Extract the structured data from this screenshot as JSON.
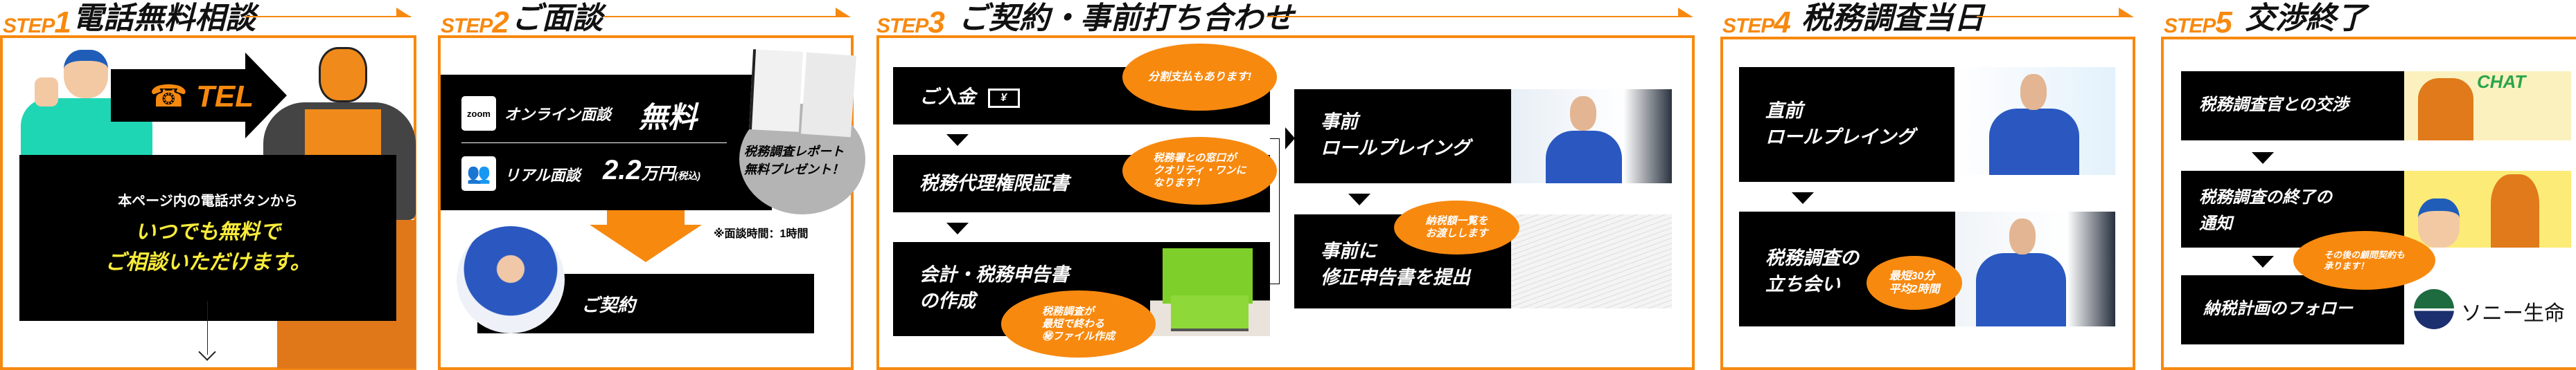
{
  "step_prefix": "STEP",
  "colors": {
    "accent": "#f7890f",
    "bar": "#000000",
    "highlight": "#f8ec3a"
  },
  "steps": [
    {
      "num": "1",
      "title": "電話無料相談",
      "tel_label": "TEL",
      "tel_icon": "telephone-icon",
      "line1": "本ページ内の電話ボタンから",
      "line2": "いつでも無料で",
      "line3": "ご相談いただけます。"
    },
    {
      "num": "2",
      "title": "ご面談",
      "online_logo": "zoom",
      "online_label": "オンライン面談",
      "online_price": "無料",
      "real_label": "リアル面談",
      "real_price": "2.2",
      "real_unit": "万円",
      "real_tax": "(税込)",
      "present_line1": "税務調査レポート",
      "present_line2": "無料プレゼント！",
      "note": "※面談時間：1時間",
      "contract": "ご契約"
    },
    {
      "num": "3",
      "title": "ご契約・事前打ち合わせ",
      "payment": "ご入金",
      "payment_bubble": "分割支払もあります!",
      "proxy": "税務代理権限証書",
      "proxy_bubble": [
        "税務署との窓口が",
        "クオリティ・ワンに",
        "なります！"
      ],
      "accounting": [
        "会計・税務申告書",
        "の作成"
      ],
      "accounting_bubble": [
        "税務調査が",
        "最短で終わる",
        "㊙ファイル作成"
      ],
      "roleplay": [
        "事前",
        "ロールプレイング"
      ],
      "amend": [
        "事前に",
        "修正申告書を提出"
      ],
      "amend_bubble": [
        "納税額一覧を",
        "お渡しします"
      ]
    },
    {
      "num": "4",
      "title": "税務調査当日",
      "rehearsal": [
        "直前",
        "ロールプレイング"
      ],
      "attend": [
        "税務調査の",
        "立ち会い"
      ],
      "attend_bubble": [
        "最短30分",
        "平均2時間"
      ]
    },
    {
      "num": "5",
      "title": "交渉終了",
      "negotiate": "税務調査官との交渉",
      "notice": [
        "税務調査の終了の",
        "通知"
      ],
      "follow": "納税計画のフォロー",
      "follow_bubble": [
        "その後の顧問契約も",
        "承ります！"
      ],
      "partner": "ソニー生命",
      "comic_text": "CHAT"
    }
  ]
}
